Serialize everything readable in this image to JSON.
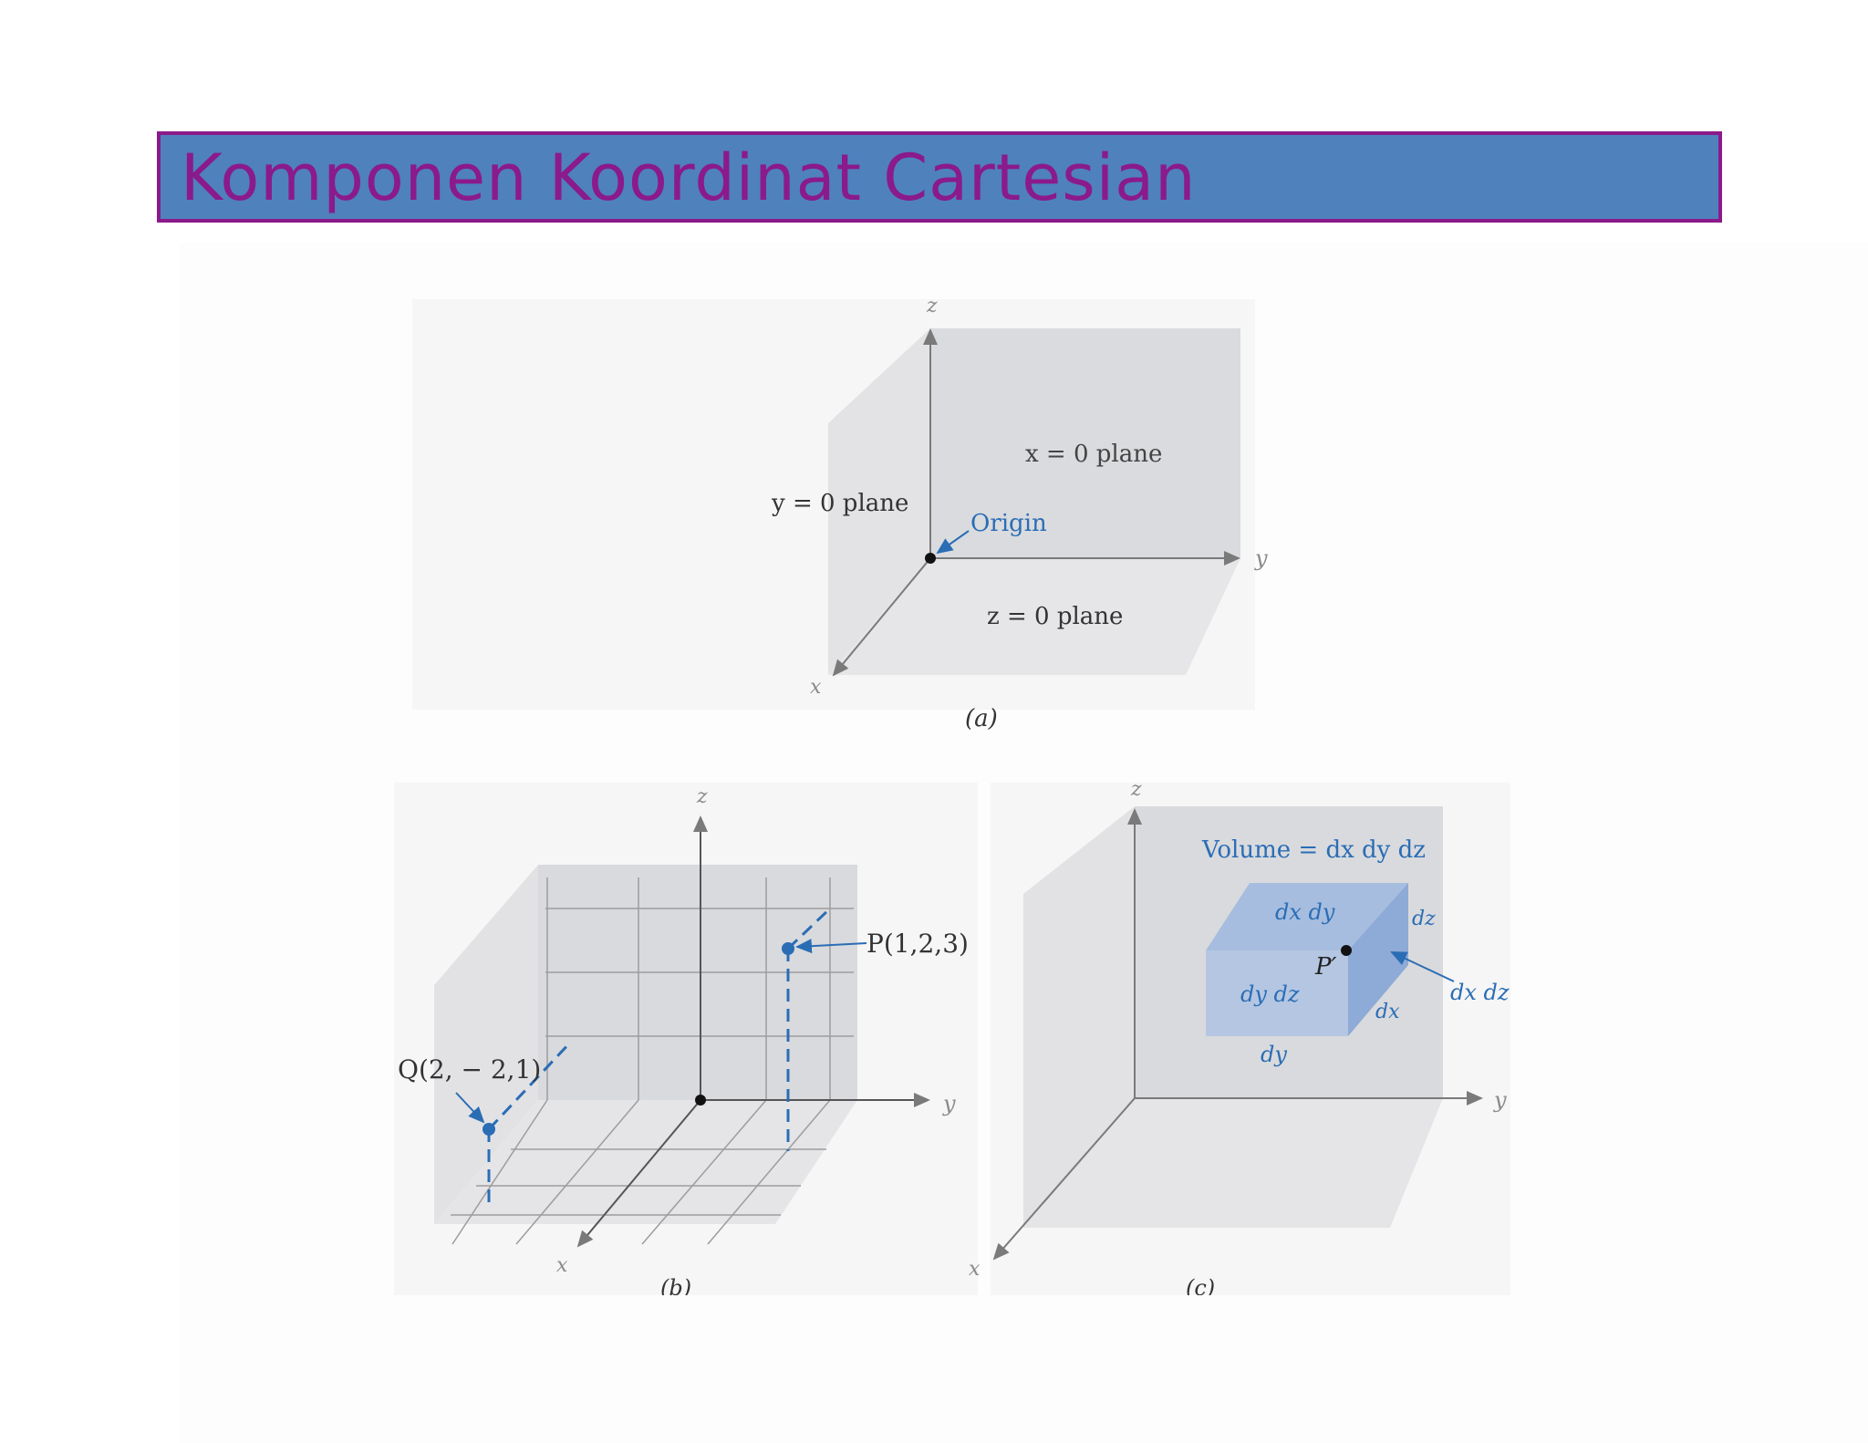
{
  "slide": {
    "title": "Komponen Koordinat Cartesian"
  },
  "colors": {
    "title_bg": "#4f81bd",
    "title_border": "#8b1a8a",
    "title_text": "#8b1a8a",
    "plane_gray": "#dcdde0",
    "axis_gray": "#7a7a7a",
    "accent_blue": "#2a6db5",
    "box_blue": "#a9bede"
  },
  "panel_a": {
    "axis_z": "z",
    "axis_y": "y",
    "axis_x": "x",
    "x_plane": "x = 0 plane",
    "y_plane": "y = 0 plane",
    "z_plane": "z = 0 plane",
    "origin": "Origin",
    "caption": "(a)"
  },
  "panel_b": {
    "axis_z": "z",
    "axis_y": "y",
    "axis_x": "x",
    "point_p": "P(1,2,3)",
    "point_q": "Q(2, − 2,1)",
    "caption": "(b)"
  },
  "panel_c": {
    "axis_z": "z",
    "axis_y": "y",
    "axis_x": "x",
    "volume": "Volume = dx dy dz",
    "top_face": "dx dy",
    "front_face": "dy dz",
    "side_face": "dx dz",
    "edge_dz": "dz",
    "edge_dx": "dx",
    "edge_dy": "dy",
    "point": "P′",
    "caption": "(c)"
  }
}
